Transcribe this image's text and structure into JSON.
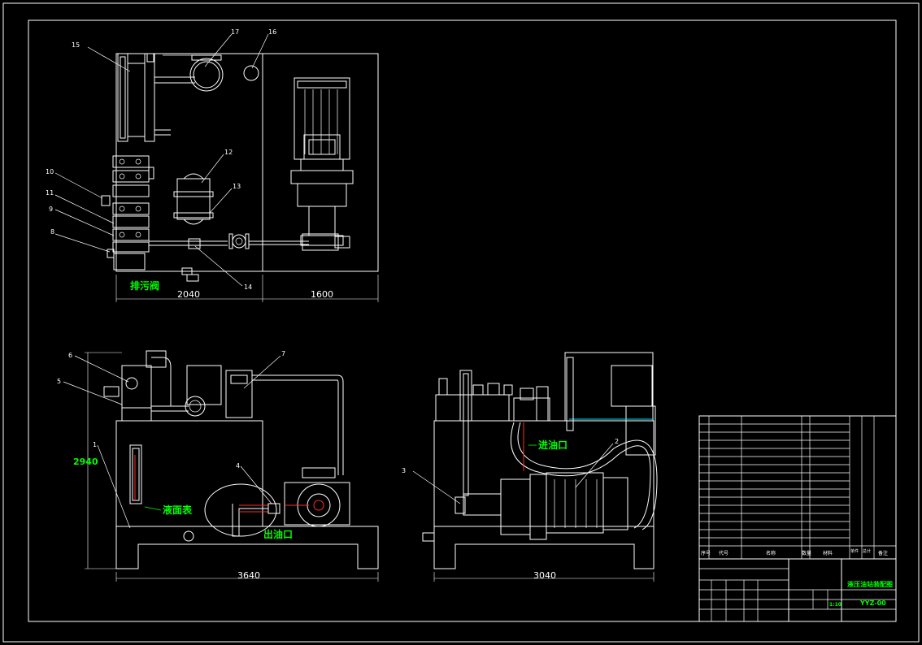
{
  "views": {
    "top": {
      "dimensions": [
        "2040",
        "1600"
      ],
      "labels": [
        "排污阀"
      ],
      "balloons": [
        "15",
        "17",
        "16",
        "12",
        "13",
        "10",
        "11",
        "9",
        "8",
        "14"
      ]
    },
    "front": {
      "dimensions": [
        "2940",
        "3640"
      ],
      "labels": [
        "液面表",
        "出油口"
      ],
      "balloons": [
        "6",
        "5",
        "7",
        "1",
        "4"
      ]
    },
    "side": {
      "dimensions": [
        "3040"
      ],
      "labels": [
        "进油口"
      ],
      "balloons": [
        "2",
        "3"
      ]
    }
  },
  "title_block": {
    "title": "液压油站装配图",
    "drawing_no": "YYZ-00",
    "scale": "1:10",
    "header": [
      "序号",
      "代号",
      "名称",
      "数量",
      "材料",
      "单件",
      "总计",
      "备注"
    ]
  }
}
